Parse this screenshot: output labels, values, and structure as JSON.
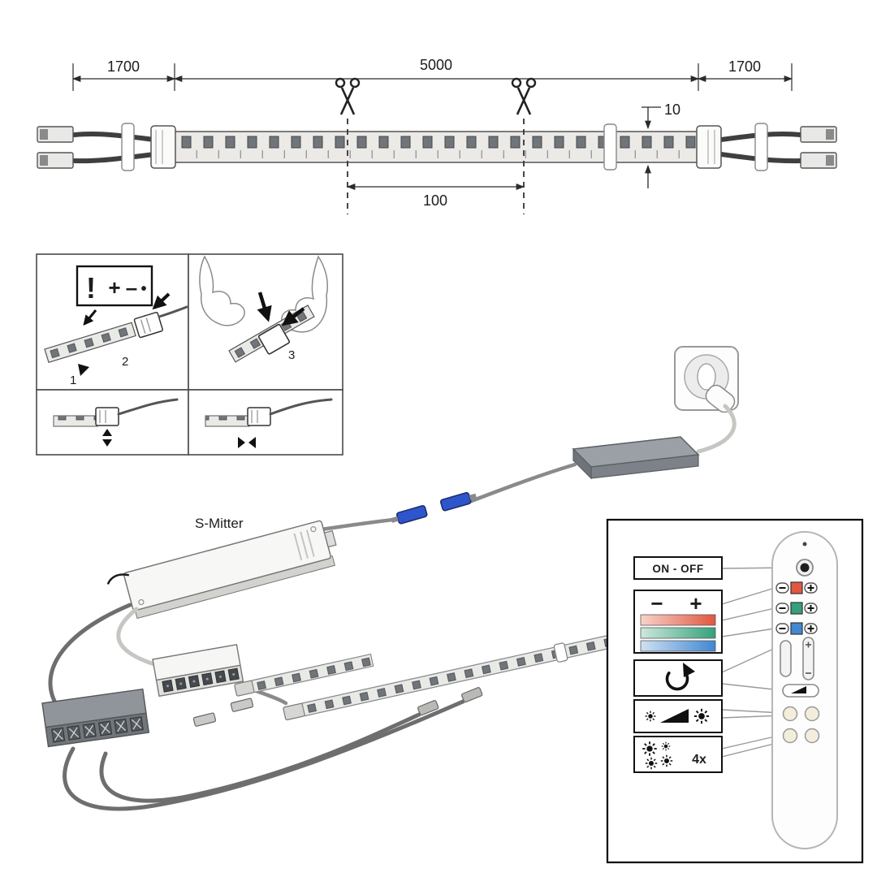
{
  "dimensions": {
    "left_cable_mm": "1700",
    "strip_mm": "5000",
    "right_cable_mm": "1700",
    "strip_width_mm": "10",
    "cut_segment_mm": "100"
  },
  "installation": {
    "step_1": "1",
    "step_2": "2",
    "step_3": "3",
    "warning_exclamation": "!",
    "warning_plus": "+",
    "warning_minus": "–",
    "warning_dot": "•"
  },
  "system": {
    "transmitter_label": "S-Mitter"
  },
  "remote_legend": {
    "on_off": "ON - OFF",
    "dim_minus": "−",
    "dim_plus": "+",
    "flash_multiplier": "4x"
  },
  "colors": {
    "red": "#e2573f",
    "green": "#35a17b",
    "blue": "#4187d2",
    "red_light": "#f6d3c9",
    "green_light": "#cde8dd",
    "blue_light": "#cfe0f2"
  }
}
